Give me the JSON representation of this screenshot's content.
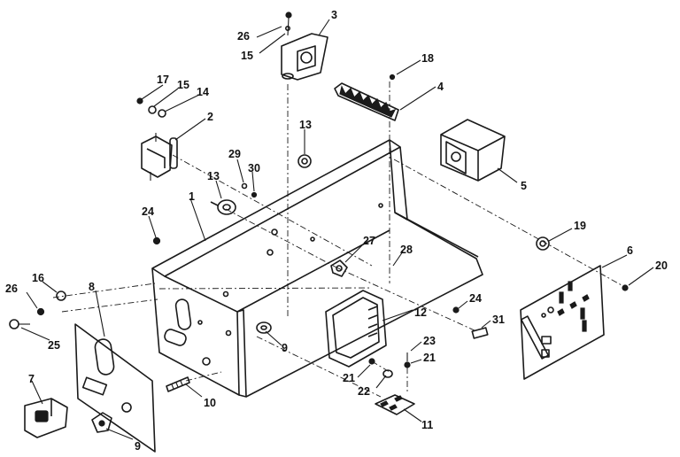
{
  "part_numbers": {
    "p1": "1",
    "p2": "2",
    "p3": "3",
    "p4": "4",
    "p5": "5",
    "p6": "6",
    "p7": "7",
    "p8": "8",
    "p9a": "9",
    "p9b": "9",
    "p10": "10",
    "p11": "11",
    "p12": "12",
    "p13a": "13",
    "p13b": "13",
    "p14": "14",
    "p15a": "15",
    "p15b": "15",
    "p16": "16",
    "p17": "17",
    "p18": "18",
    "p19": "19",
    "p20": "20",
    "p21a": "21",
    "p21b": "21",
    "p22": "22",
    "p23": "23",
    "p24a": "24",
    "p24b": "24",
    "p25": "25",
    "p26a": "26",
    "p26b": "26",
    "p27": "27",
    "p28": "28",
    "p29": "29",
    "p30": "30",
    "p31": "31"
  }
}
